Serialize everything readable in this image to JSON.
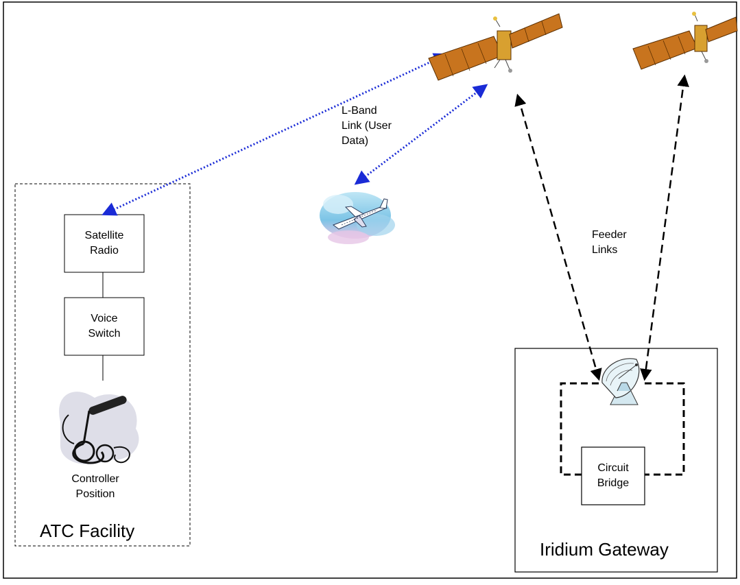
{
  "labels": {
    "lband": "L-Band\nLink (User\nData)",
    "feeder": "Feeder\nLinks",
    "satellite_radio": "Satellite\nRadio",
    "voice_switch": "Voice\nSwitch",
    "controller_position": "Controller\nPosition",
    "atc_facility": "ATC Facility",
    "circuit_bridge": "Circuit\nBridge",
    "iridium_gateway": "Iridium Gateway"
  },
  "colors": {
    "user_link": "#1a2bd6",
    "feeder_link": "#000000",
    "satellite_panel": "#c8741e",
    "satellite_body": "#d8a030"
  },
  "icons": [
    "satellite-icon",
    "airplane-icon",
    "microphone-icon",
    "dish-antenna-icon"
  ]
}
